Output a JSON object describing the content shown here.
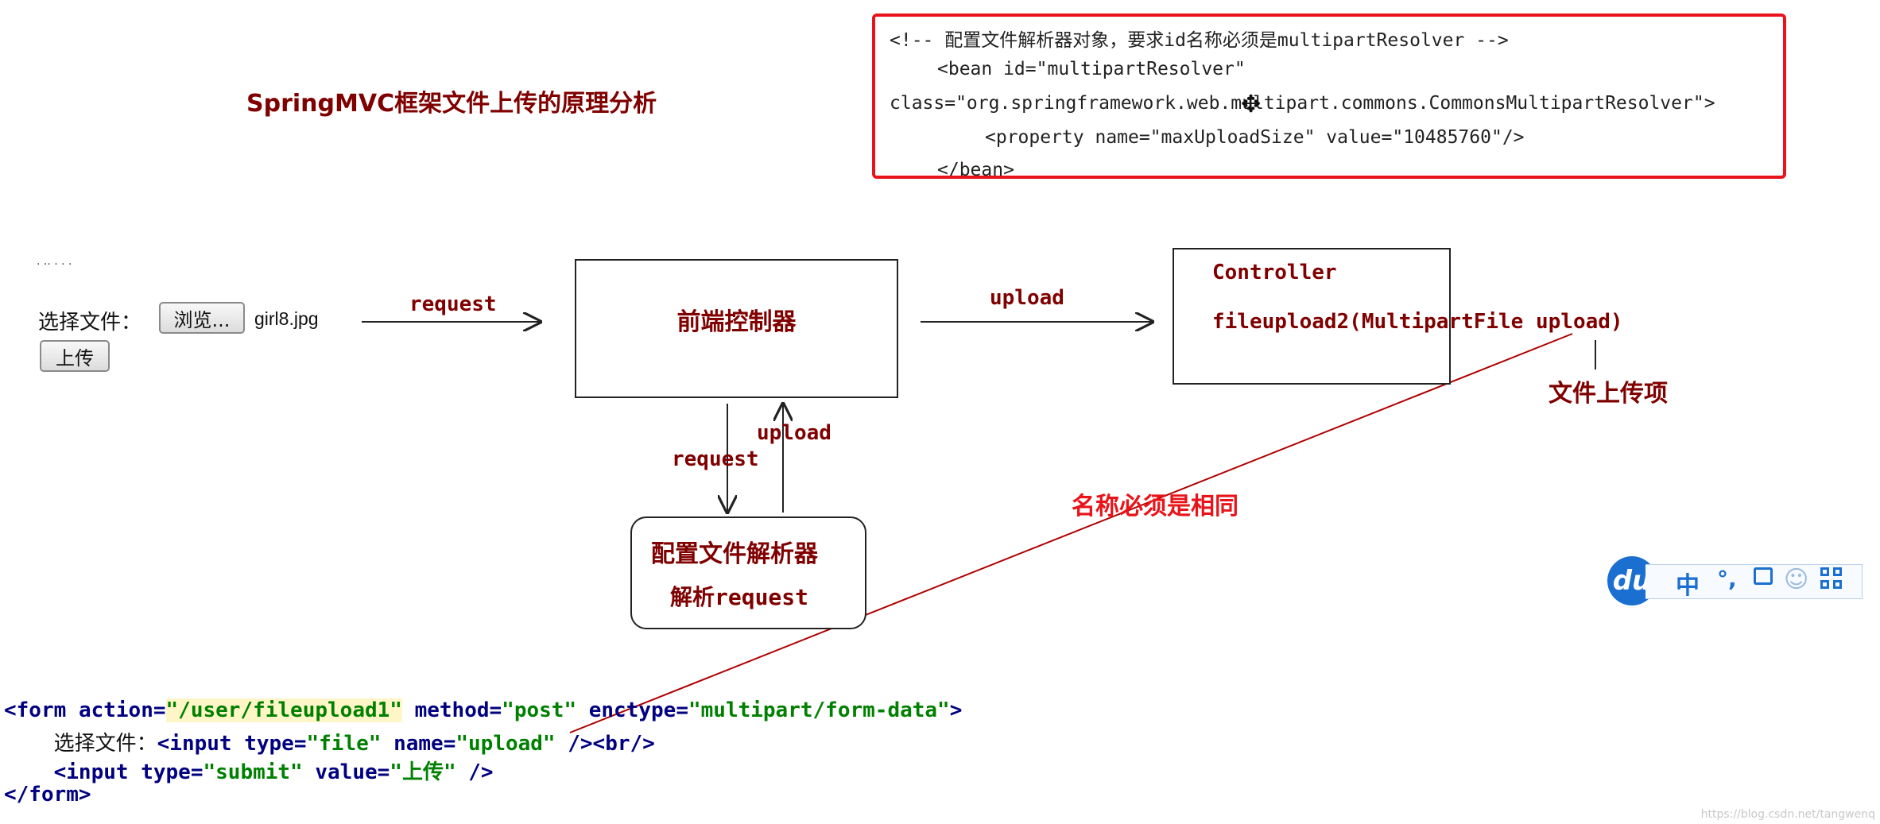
{
  "title": "SpringMVC框架文件上传的原理分析",
  "config_code": {
    "line1": "<!-- 配置文件解析器对象，要求id名称必须是multipartResolver -->",
    "line2": "<bean id=\"multipartResolver\"",
    "line3": "class=\"org.springframework.web.multipart.commons.CommonsMultipartResolver\">",
    "line4": "<property name=\"maxUploadSize\" value=\"10485760\"/>",
    "line5": "</bean>"
  },
  "form_preview": {
    "label": "选择文件：",
    "browse_button": "浏览...",
    "file_name": "girl8.jpg",
    "upload_button": "上传"
  },
  "diagram": {
    "arrow_request_1": "request",
    "front_controller": "前端控制器",
    "arrow_upload_1": "upload",
    "controller_title": "Controller",
    "controller_method": "fileupload2(MultipartFile upload)",
    "upload_item_note": "文件上传项",
    "arrow_request_down": "request",
    "arrow_upload_up": "upload",
    "resolver_title": "配置文件解析器",
    "resolver_sub": "解析request",
    "same_name_note": "名称必须是相同"
  },
  "html_snippet": {
    "form_open_tag": "<form",
    "action_attr": "action=",
    "action_val": "\"/user/fileupload1\"",
    "method_attr": "method=",
    "method_val": "\"post\"",
    "enctype_attr": "enctype=",
    "enctype_val": "\"multipart/form-data\"",
    "form_open_end": ">",
    "input_label": "选择文件：",
    "input_tag": "<input",
    "type_attr": "type=",
    "type_file_val": "\"file\"",
    "name_attr": "name=",
    "name_val": "\"upload\"",
    "input_end": "/><br/>",
    "submit_tag": "<input",
    "submit_type_attr": "type=",
    "submit_type_val": "\"submit\"",
    "value_attr": "value=",
    "value_val": "\"上传\"",
    "submit_end": "/>",
    "form_close": "</form>"
  },
  "ime_toolbar": {
    "logo": "du",
    "lang": "中",
    "punct": "°,"
  },
  "watermark": "https://blog.csdn.net/tangwenq",
  "colors": {
    "accent_red": "#e8141a",
    "dark_red": "#800000",
    "ime_blue": "#1a6fd1"
  }
}
